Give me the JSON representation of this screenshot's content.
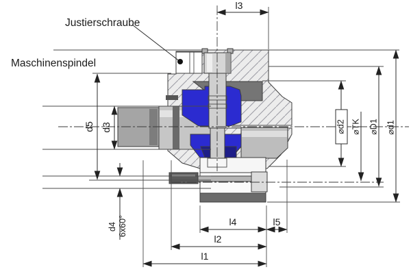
{
  "drawing": {
    "type": "technical-section-drawing",
    "callouts": {
      "adjustment_screw": "Justierschraube",
      "machine_spindle": "Maschinenspindel"
    },
    "dimensions": {
      "l1": "l1",
      "l2": "l2",
      "l3": "l3",
      "l4": "l4",
      "l5": "l5",
      "d3": "d3",
      "d5": "d5",
      "d4": "d4",
      "bolt_pattern": "6x60°",
      "d2": "⌀d2",
      "tk": "⌀TK",
      "D1": "⌀D1",
      "d1": "⌀d1"
    },
    "colors": {
      "highlight_blue": "#2b2bd0",
      "dark_blue": "#1d1d88",
      "housing_gray": "#ececec",
      "part_gray": "#c6c6c6",
      "dark_band_gray": "#6b6b6b",
      "line": "#3d3d3d"
    }
  }
}
